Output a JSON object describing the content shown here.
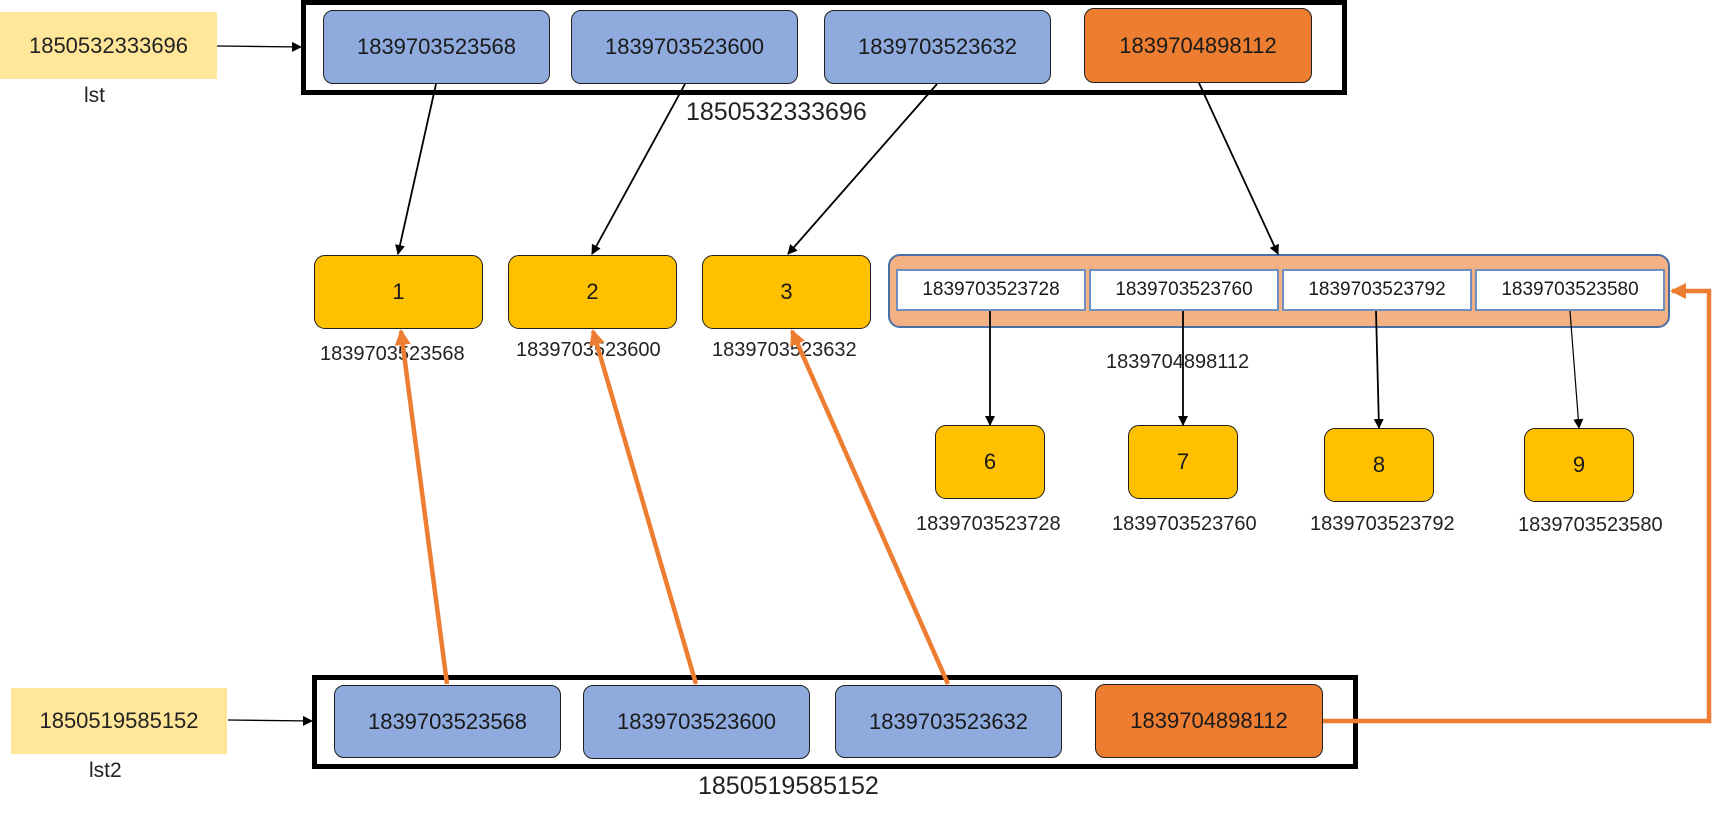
{
  "lst": {
    "var_name": "lst",
    "var_value": "1850532333696",
    "list_id": "1850532333696",
    "cells": [
      "1839703523568",
      "1839703523600",
      "1839703523632",
      "1839704898112"
    ]
  },
  "lst2": {
    "var_name": "lst2",
    "var_value": "1850519585152",
    "list_id": "1850519585152",
    "cells": [
      "1839703523568",
      "1839703523600",
      "1839703523632",
      "1839704898112"
    ]
  },
  "ints": [
    {
      "value": "1",
      "id": "1839703523568"
    },
    {
      "value": "2",
      "id": "1839703523600"
    },
    {
      "value": "3",
      "id": "1839703523632"
    }
  ],
  "inner_list": {
    "id": "1839704898112",
    "slots": [
      "1839703523728",
      "1839703523760",
      "1839703523792",
      "1839703523580"
    ]
  },
  "inner_ints": [
    {
      "value": "6",
      "id": "1839703523728"
    },
    {
      "value": "7",
      "id": "1839703523760"
    },
    {
      "value": "8",
      "id": "1839703523792"
    },
    {
      "value": "9",
      "id": "1839703523580"
    }
  ],
  "colors": {
    "var_box": "#ffe699",
    "ref_cell": "#8faadc",
    "list_ref_cell": "#ed7d31",
    "int_object": "#ffc000",
    "inner_list": "#f4b183",
    "copy_arrow": "#ed7d31",
    "ref_arrow": "#000000"
  }
}
